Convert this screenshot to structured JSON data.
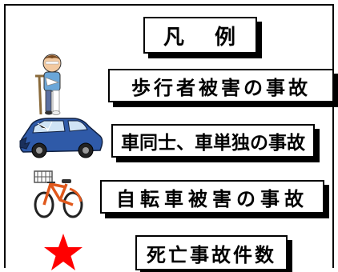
{
  "legend": {
    "title_chars": [
      "凡",
      "例"
    ],
    "items": [
      {
        "label": "歩行者被害の事故",
        "icon": "injured-pedestrian-icon"
      },
      {
        "label": "車同士、車単独の事故",
        "icon": "crashed-car-icon"
      },
      {
        "label": "自転車被害の事故",
        "icon": "bicycle-icon"
      },
      {
        "label": "死亡事故件数",
        "icon": "red-star-icon"
      }
    ]
  },
  "colors": {
    "star": "#ff0000",
    "car": "#2f5aa8",
    "bicycle": "#e0581c"
  }
}
